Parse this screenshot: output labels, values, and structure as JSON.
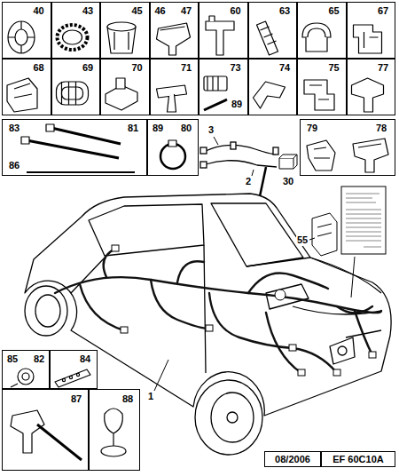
{
  "diagram": {
    "nodes": [
      {
        "text": [
          "40"
        ]
      },
      {
        "text": [
          "43"
        ]
      },
      {
        "text": [
          "45"
        ]
      },
      {
        "text": [
          "46",
          "47"
        ]
      },
      {
        "text": [
          "60"
        ]
      },
      {
        "text": [
          "63"
        ]
      },
      {
        "text": [
          "65"
        ]
      },
      {
        "text": [
          "67"
        ]
      },
      {
        "text": [
          "68"
        ]
      },
      {
        "text": [
          "69"
        ]
      },
      {
        "text": [
          "70"
        ]
      },
      {
        "text": [
          "71"
        ]
      },
      {
        "text": [
          "73",
          "89"
        ]
      },
      {
        "text": [
          "74"
        ]
      },
      {
        "text": [
          "75"
        ]
      },
      {
        "text": [
          "77"
        ]
      },
      {
        "text": [
          "83",
          "81",
          "86"
        ]
      },
      {
        "text": [
          "89",
          "80"
        ]
      },
      {
        "text": [
          "79",
          "78"
        ]
      },
      {
        "text": [
          "85",
          "82"
        ]
      },
      {
        "text": [
          "84"
        ]
      },
      {
        "text": [
          "87"
        ]
      },
      {
        "text": [
          "88"
        ]
      },
      {
        "text": [
          "08/2006"
        ]
      },
      {
        "text": [
          "EF 60C10A"
        ]
      }
    ],
    "labels": [
      "3",
      "2",
      "30",
      "55",
      "1"
    ]
  }
}
